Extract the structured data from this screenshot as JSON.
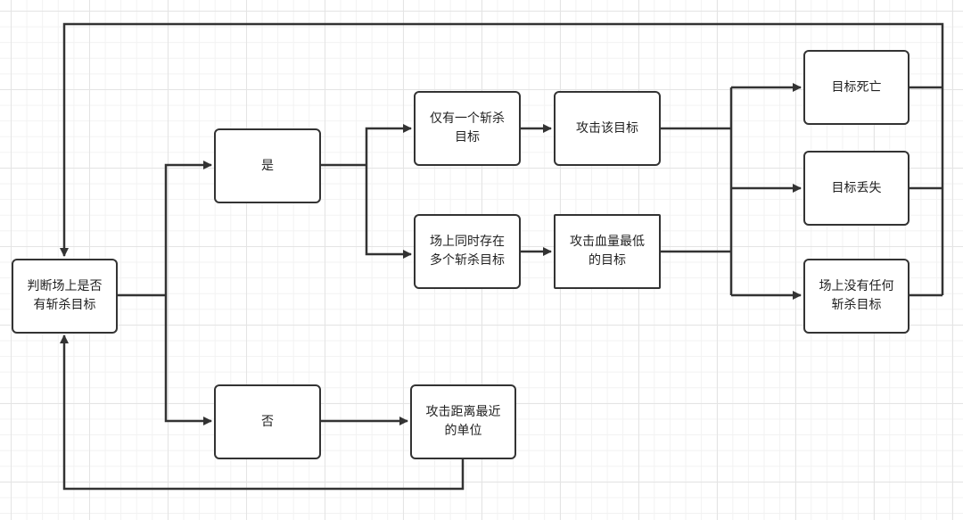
{
  "diagram": {
    "type": "flowchart",
    "colors": {
      "stroke": "#333333",
      "node_fill": "#ffffff",
      "text": "#222222",
      "grid": "#e4e4e4"
    },
    "nodes": {
      "judge": {
        "label": "判断场上是否有斩杀目标"
      },
      "yes": {
        "label": "是"
      },
      "no": {
        "label": "否"
      },
      "only_one": {
        "label": "仅有一个斩杀目标"
      },
      "multiple": {
        "label": "场上同时存在多个斩杀目标"
      },
      "attack_target": {
        "label": "攻击该目标"
      },
      "attack_lowest_hp": {
        "label": "攻击血量最低的目标"
      },
      "target_dead": {
        "label": "目标死亡"
      },
      "target_lost": {
        "label": "目标丢失"
      },
      "no_target": {
        "label": "场上没有任何斩杀目标"
      },
      "attack_nearest": {
        "label": "攻击距离最近的单位"
      }
    },
    "edges": [
      {
        "from": "judge",
        "to": "yes"
      },
      {
        "from": "judge",
        "to": "no"
      },
      {
        "from": "yes",
        "to": "only_one"
      },
      {
        "from": "yes",
        "to": "multiple"
      },
      {
        "from": "only_one",
        "to": "attack_target"
      },
      {
        "from": "multiple",
        "to": "attack_lowest_hp"
      },
      {
        "from": "attack_target",
        "to": "target_dead"
      },
      {
        "from": "attack_target",
        "to": "target_lost"
      },
      {
        "from": "attack_target",
        "to": "no_target"
      },
      {
        "from": "attack_lowest_hp",
        "to": "target_dead"
      },
      {
        "from": "attack_lowest_hp",
        "to": "target_lost"
      },
      {
        "from": "attack_lowest_hp",
        "to": "no_target"
      },
      {
        "from": "no",
        "to": "attack_nearest"
      },
      {
        "from": "target_dead",
        "to": "judge"
      },
      {
        "from": "target_lost",
        "to": "judge"
      },
      {
        "from": "no_target",
        "to": "judge"
      },
      {
        "from": "attack_nearest",
        "to": "judge"
      }
    ]
  }
}
